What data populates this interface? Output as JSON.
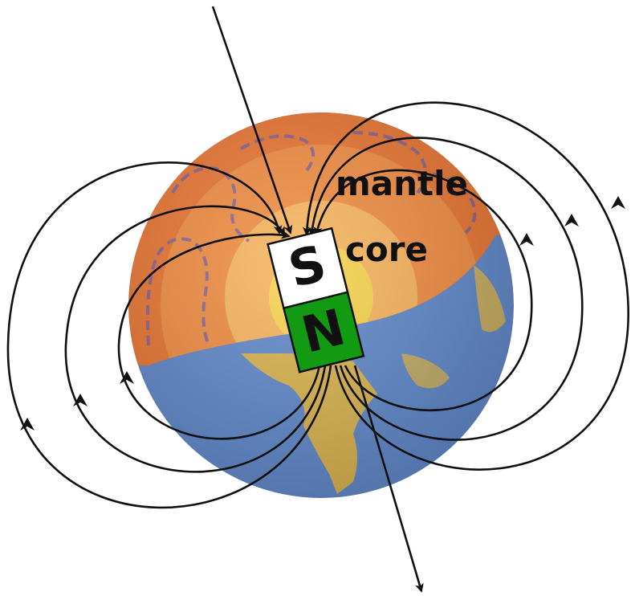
{
  "labels": {
    "mantle": "mantle",
    "core": "core"
  },
  "magnet": {
    "south_label": "S",
    "north_label": "N",
    "south_color": "#ffffff",
    "north_color": "#129a12"
  },
  "colors": {
    "ocean": "#5d86c9",
    "land": "#d8b14a",
    "mantle_outer": "#e8732f",
    "mantle_inner": "#f08a3e",
    "core": "#f6b25a",
    "inner_core": "#f7d24a",
    "cut_edge": "#e2621f",
    "dashed_convection": "#6b5aa8",
    "field_lines": "#111111"
  },
  "icons": {
    "field_arrow": "arrowhead-icon"
  }
}
